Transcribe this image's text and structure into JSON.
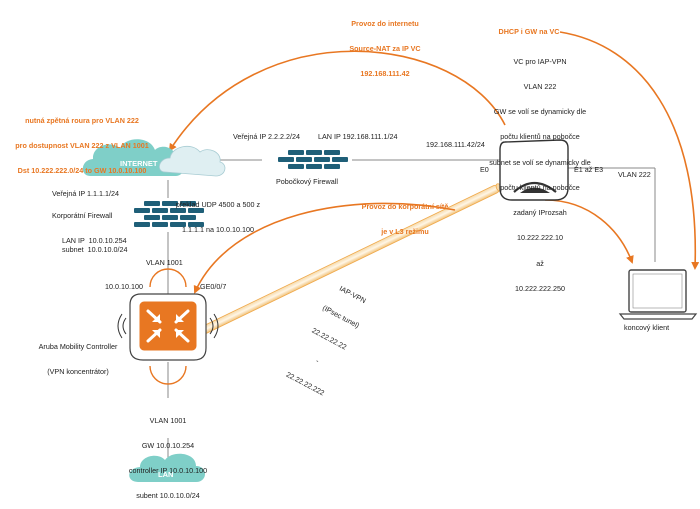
{
  "colors": {
    "accent_orange": "#e87722",
    "line_gray": "#8a8a8a",
    "cloud_teal": "#7fcfc8",
    "firewall_blue": "#1f5f78",
    "internet_cloud_light": "#dfeff2"
  },
  "icons": {
    "internet_cloud": "cloud-icon",
    "lan_cloud": "cloud-icon",
    "firewall": "brick-firewall-icon",
    "controller": "aruba-mobility-controller-icon",
    "access_point": "instant-access-point-icon",
    "client": "laptop-icon"
  },
  "top_annotation": {
    "line1": "Provoz do internetu",
    "line2": "Source-NAT za IP VC",
    "line3": "192.168.111.42"
  },
  "left_annotation": {
    "line1": "nutná zpětná roura pro VLAN 222",
    "line2": "pro dostupnost VLAN 222 z VLAN 1001",
    "line3": "Dst 10.222.222.0/24 to GW 10.0.10.100"
  },
  "dhcp_title": "DHCP i GW na VC",
  "vc_note": {
    "l1": "VC pro IAP-VPN",
    "l2": "VLAN 222",
    "l3": "GW se volí se dynamicky dle",
    "l4": "počtu klientů na pobočce",
    "l5": "subnet se volí se dynamicky dle",
    "l6": "počtu klientů na pobočce",
    "l7": "zadaný IProzsah",
    "l8": "10.222.222.10",
    "l9": "až",
    "l10": "10.222.222.250"
  },
  "internet": {
    "label": "INTERNET"
  },
  "branch_firewall": {
    "wan_ip": "Veřejná IP 2.2.2.2/24",
    "lan_ip": "LAN IP 192.168.111.1/24",
    "name": "Pobočkový Firewall"
  },
  "iap": {
    "ip": "192.168.111.42/24",
    "port_e0": "E0",
    "ports_e1_e3": "E1 až E3",
    "vlan": "VLAN 222"
  },
  "corp_firewall": {
    "public_ip": "Veřejná IP 1.1.1.1/24",
    "nat_line1": "překlad UDP 4500 a 500 z",
    "nat_line2": "1.1.1.1 na 10.0.10.100",
    "name": "Korporátní Firewall",
    "lan_ip": "LAN IP  10.0.10.254",
    "subnet": "subnet  10.0.10.0/24",
    "vlan": "VLAN 1001"
  },
  "corp_traffic": {
    "line1": "Provoz do korporátní sítě",
    "line2": "je v L3 režimu"
  },
  "controller": {
    "ip": "10.0.10.100",
    "port": "GE0/0/7",
    "name_line1": "Aruba Mobility Controller",
    "name_line2": "(VPN koncentrátor)"
  },
  "tunnel": {
    "line1": "IAP-VPN",
    "line2": "(IPsec tunel)",
    "line3": "22.22.22.22",
    "line4": "-",
    "line5": "22.22.22.222"
  },
  "client": {
    "label": "koncový klient"
  },
  "lan_info": {
    "l1": "VLAN 1001",
    "l2": "GW 10.0.10.254",
    "l3": "controller IP 10.0.10.100",
    "l4": "subent 10.0.10.0/24"
  },
  "lan": {
    "label": "LAN"
  }
}
